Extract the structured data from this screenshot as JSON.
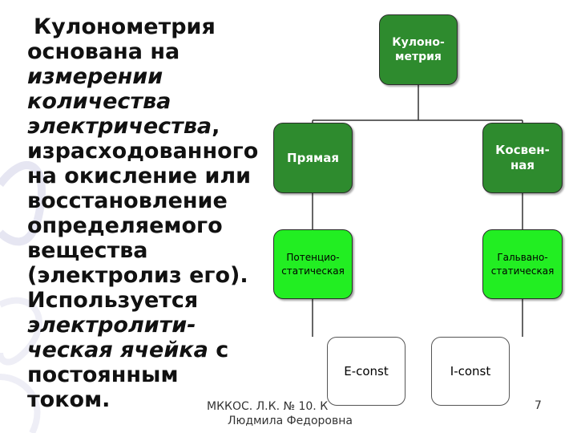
{
  "text": {
    "line1": "Кулонометрия",
    "line2": "основана на",
    "line3": "измерении",
    "line4": "количества",
    "line5a": "электричества",
    "line5b": ",",
    "line6": "израсходованного",
    "line7": "на окисление или",
    "line8": "восстановление",
    "line9": "определяемого",
    "line10": "вещества",
    "line11": "(электролиз его).",
    "line12": "Используется",
    "line13": "электролити-",
    "line14a": "ческая ячейка",
    "line14b": " с",
    "line15": "постоянным",
    "line16": "током."
  },
  "diagram": {
    "root_line1": "Кулоно-",
    "root_line2": "метрия",
    "direct": "Прямая",
    "indirect_line1": "Косвен-",
    "indirect_line2": "ная",
    "potentio_line1": "Потенцио-",
    "potentio_line2": "статическая",
    "galvano_line1": "Гальвано-",
    "galvano_line2": "статическая",
    "econst": "E-const",
    "iconst": "I-const"
  },
  "footer": {
    "author_line1": "МККОС. Л.К. № 10. К",
    "author_line2": "Людмила Федоровна",
    "page_number": "7"
  },
  "colors": {
    "dark_green": "#2e8b2e",
    "bright_green": "#22ee22"
  }
}
